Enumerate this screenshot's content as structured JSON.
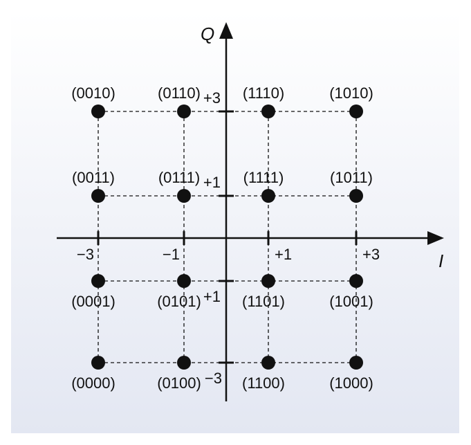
{
  "diagram": {
    "axis_i_label": "I",
    "axis_q_label": "Q",
    "i_tick_labels": [
      {
        "value": -3,
        "text": "−3"
      },
      {
        "value": -1,
        "text": "−1"
      },
      {
        "value": 1,
        "text": "+1"
      },
      {
        "value": 3,
        "text": "+3"
      }
    ],
    "q_tick_labels": [
      {
        "value": 3,
        "text": "+3"
      },
      {
        "value": 1,
        "text": "+1"
      },
      {
        "value": -1,
        "text": "+1"
      },
      {
        "value": -3,
        "text": "−3"
      }
    ],
    "points": [
      {
        "i": -3,
        "q": 3,
        "bits": "(0010)"
      },
      {
        "i": -1,
        "q": 3,
        "bits": "(0110)"
      },
      {
        "i": 1,
        "q": 3,
        "bits": "(1110)"
      },
      {
        "i": 3,
        "q": 3,
        "bits": "(1010)"
      },
      {
        "i": -3,
        "q": 1,
        "bits": "(0011)"
      },
      {
        "i": -1,
        "q": 1,
        "bits": "(0111)"
      },
      {
        "i": 1,
        "q": 1,
        "bits": "(1111)"
      },
      {
        "i": 3,
        "q": 1,
        "bits": "(1011)"
      },
      {
        "i": -3,
        "q": -1,
        "bits": "(0001)"
      },
      {
        "i": -1,
        "q": -1,
        "bits": "(0101)"
      },
      {
        "i": 1,
        "q": -1,
        "bits": "(1101)"
      },
      {
        "i": 3,
        "q": -1,
        "bits": "(1001)"
      },
      {
        "i": -3,
        "q": -3,
        "bits": "(0000)"
      },
      {
        "i": -1,
        "q": -3,
        "bits": "(0100)"
      },
      {
        "i": 1,
        "q": -3,
        "bits": "(1100)"
      },
      {
        "i": 3,
        "q": -3,
        "bits": "(1000)"
      }
    ]
  },
  "colors": {
    "background_top": "#ffffff",
    "background_bottom": "#e3e7f2",
    "ink": "#111111"
  }
}
